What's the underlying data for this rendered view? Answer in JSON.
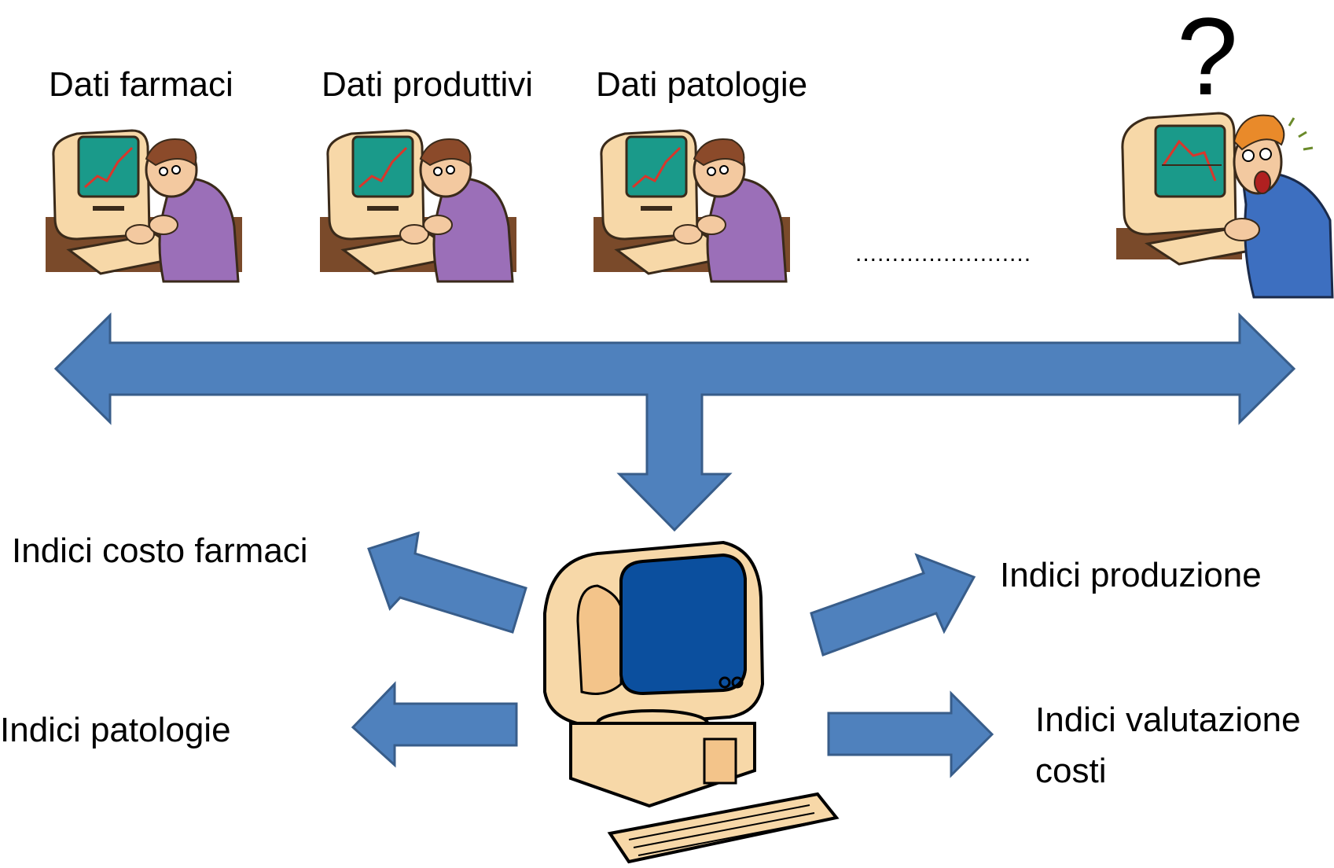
{
  "sources": [
    {
      "label": "Dati farmaci"
    },
    {
      "label": "Dati produttivi"
    },
    {
      "label": "Dati patologie"
    }
  ],
  "ellipsis": "........................",
  "question_mark": "?",
  "outputs": {
    "top_left": "Indici costo farmaci",
    "bottom_left": "Indici patologie",
    "top_right": "Indici produzione",
    "bottom_right_line1": "Indici valutazione",
    "bottom_right_line2": "costi"
  },
  "colors": {
    "arrow_fill": "#4f81bd",
    "arrow_stroke": "#385d8a",
    "screen_blue": "#0b4f9e",
    "beige": "#f7d8a8",
    "desk_brown": "#7a4a2a"
  }
}
